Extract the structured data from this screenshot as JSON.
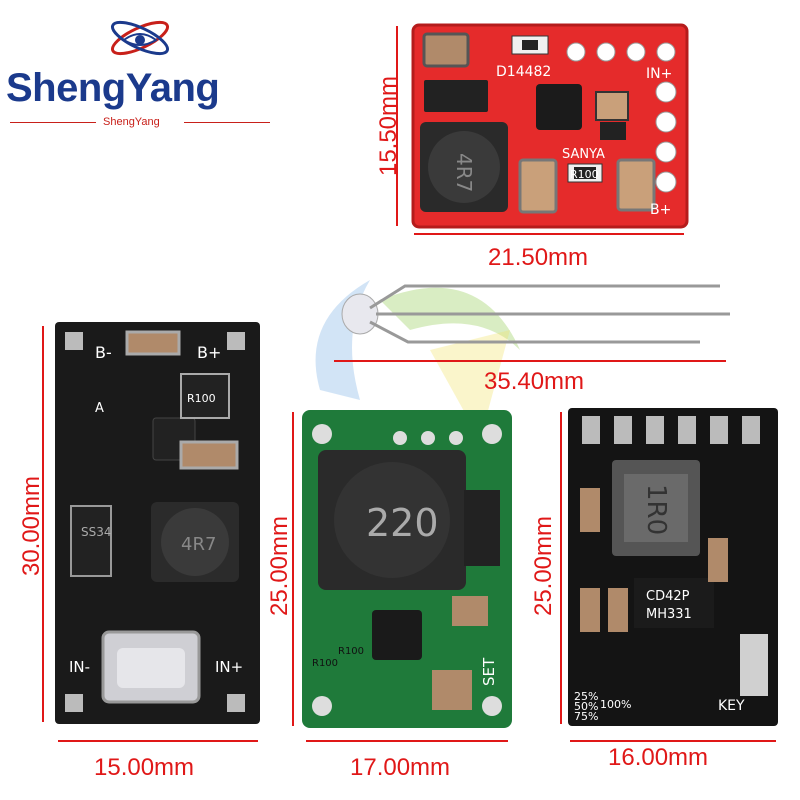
{
  "brand": {
    "name": "ShengYang",
    "tagline": "ShengYang"
  },
  "colors": {
    "dimension": "#e01818",
    "brand_blue": "#1b3a8c",
    "brand_red": "#c8201a",
    "pcb_red": "#e52b2b",
    "pcb_black": "#1a1a1a",
    "pcb_green": "#1f7a3a"
  },
  "modules": {
    "red": {
      "width_label": "21.50mm",
      "height_label": "15.50mm",
      "silk": {
        "chip": "D14482",
        "pin_in": "IN+",
        "pin_b": "B+",
        "maker": "SANYA",
        "resistor": "R100",
        "inductor": "4R7"
      }
    },
    "led": {
      "length_label": "35.40mm"
    },
    "black_typec": {
      "width_label": "15.00mm",
      "height_label": "30.00mm",
      "silk": {
        "b_minus": "B-",
        "b_plus": "B+",
        "in_minus": "IN-",
        "in_plus": "IN+",
        "inductor": "4R7",
        "diode": "SS34",
        "resistor": "R100",
        "a": "A"
      }
    },
    "green": {
      "width_label": "17.00mm",
      "height_label": "25.00mm",
      "silk": {
        "inductor": "220",
        "set": "SET",
        "resistor1": "R100",
        "resistor2": "R100"
      }
    },
    "black_small": {
      "width_label": "16.00mm",
      "height_label": "25.00mm",
      "silk": {
        "inductor": "1R0",
        "chip1": "CD42P",
        "chip2": "MH331",
        "key": "KEY",
        "p25": "25%",
        "p50": "50%",
        "p75": "75%",
        "p100": "100%"
      }
    }
  }
}
